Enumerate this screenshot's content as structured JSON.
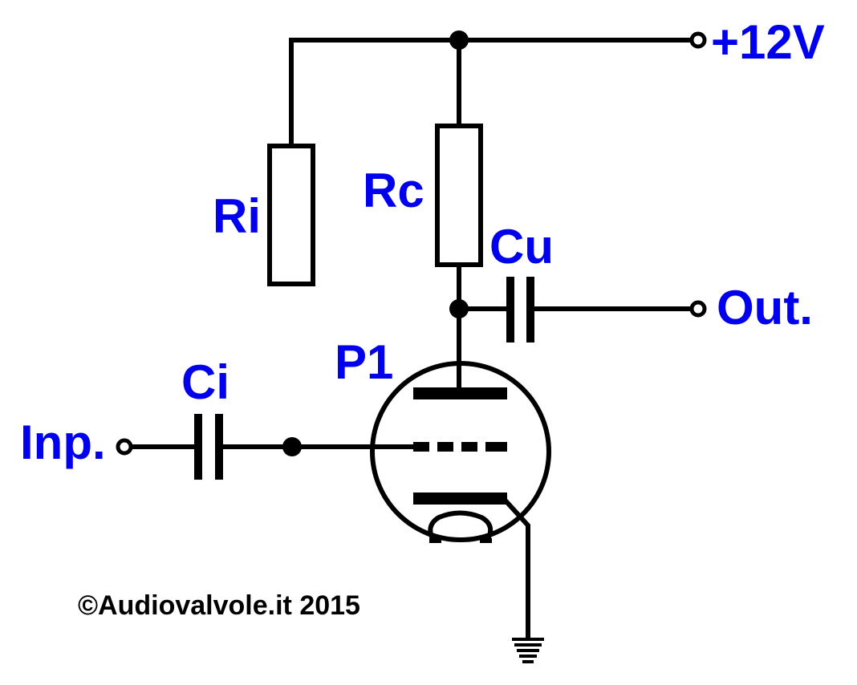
{
  "colors": {
    "wire": "#000000",
    "label": "#0000ee",
    "background": "#ffffff"
  },
  "labels": {
    "supply": "+12V",
    "ri": "Ri",
    "rc": "Rc",
    "cu": "Cu",
    "output": "Out.",
    "tube": "P1",
    "ci": "Ci",
    "input": "Inp."
  },
  "copyright": "©Audiovalvole.it 2015"
}
